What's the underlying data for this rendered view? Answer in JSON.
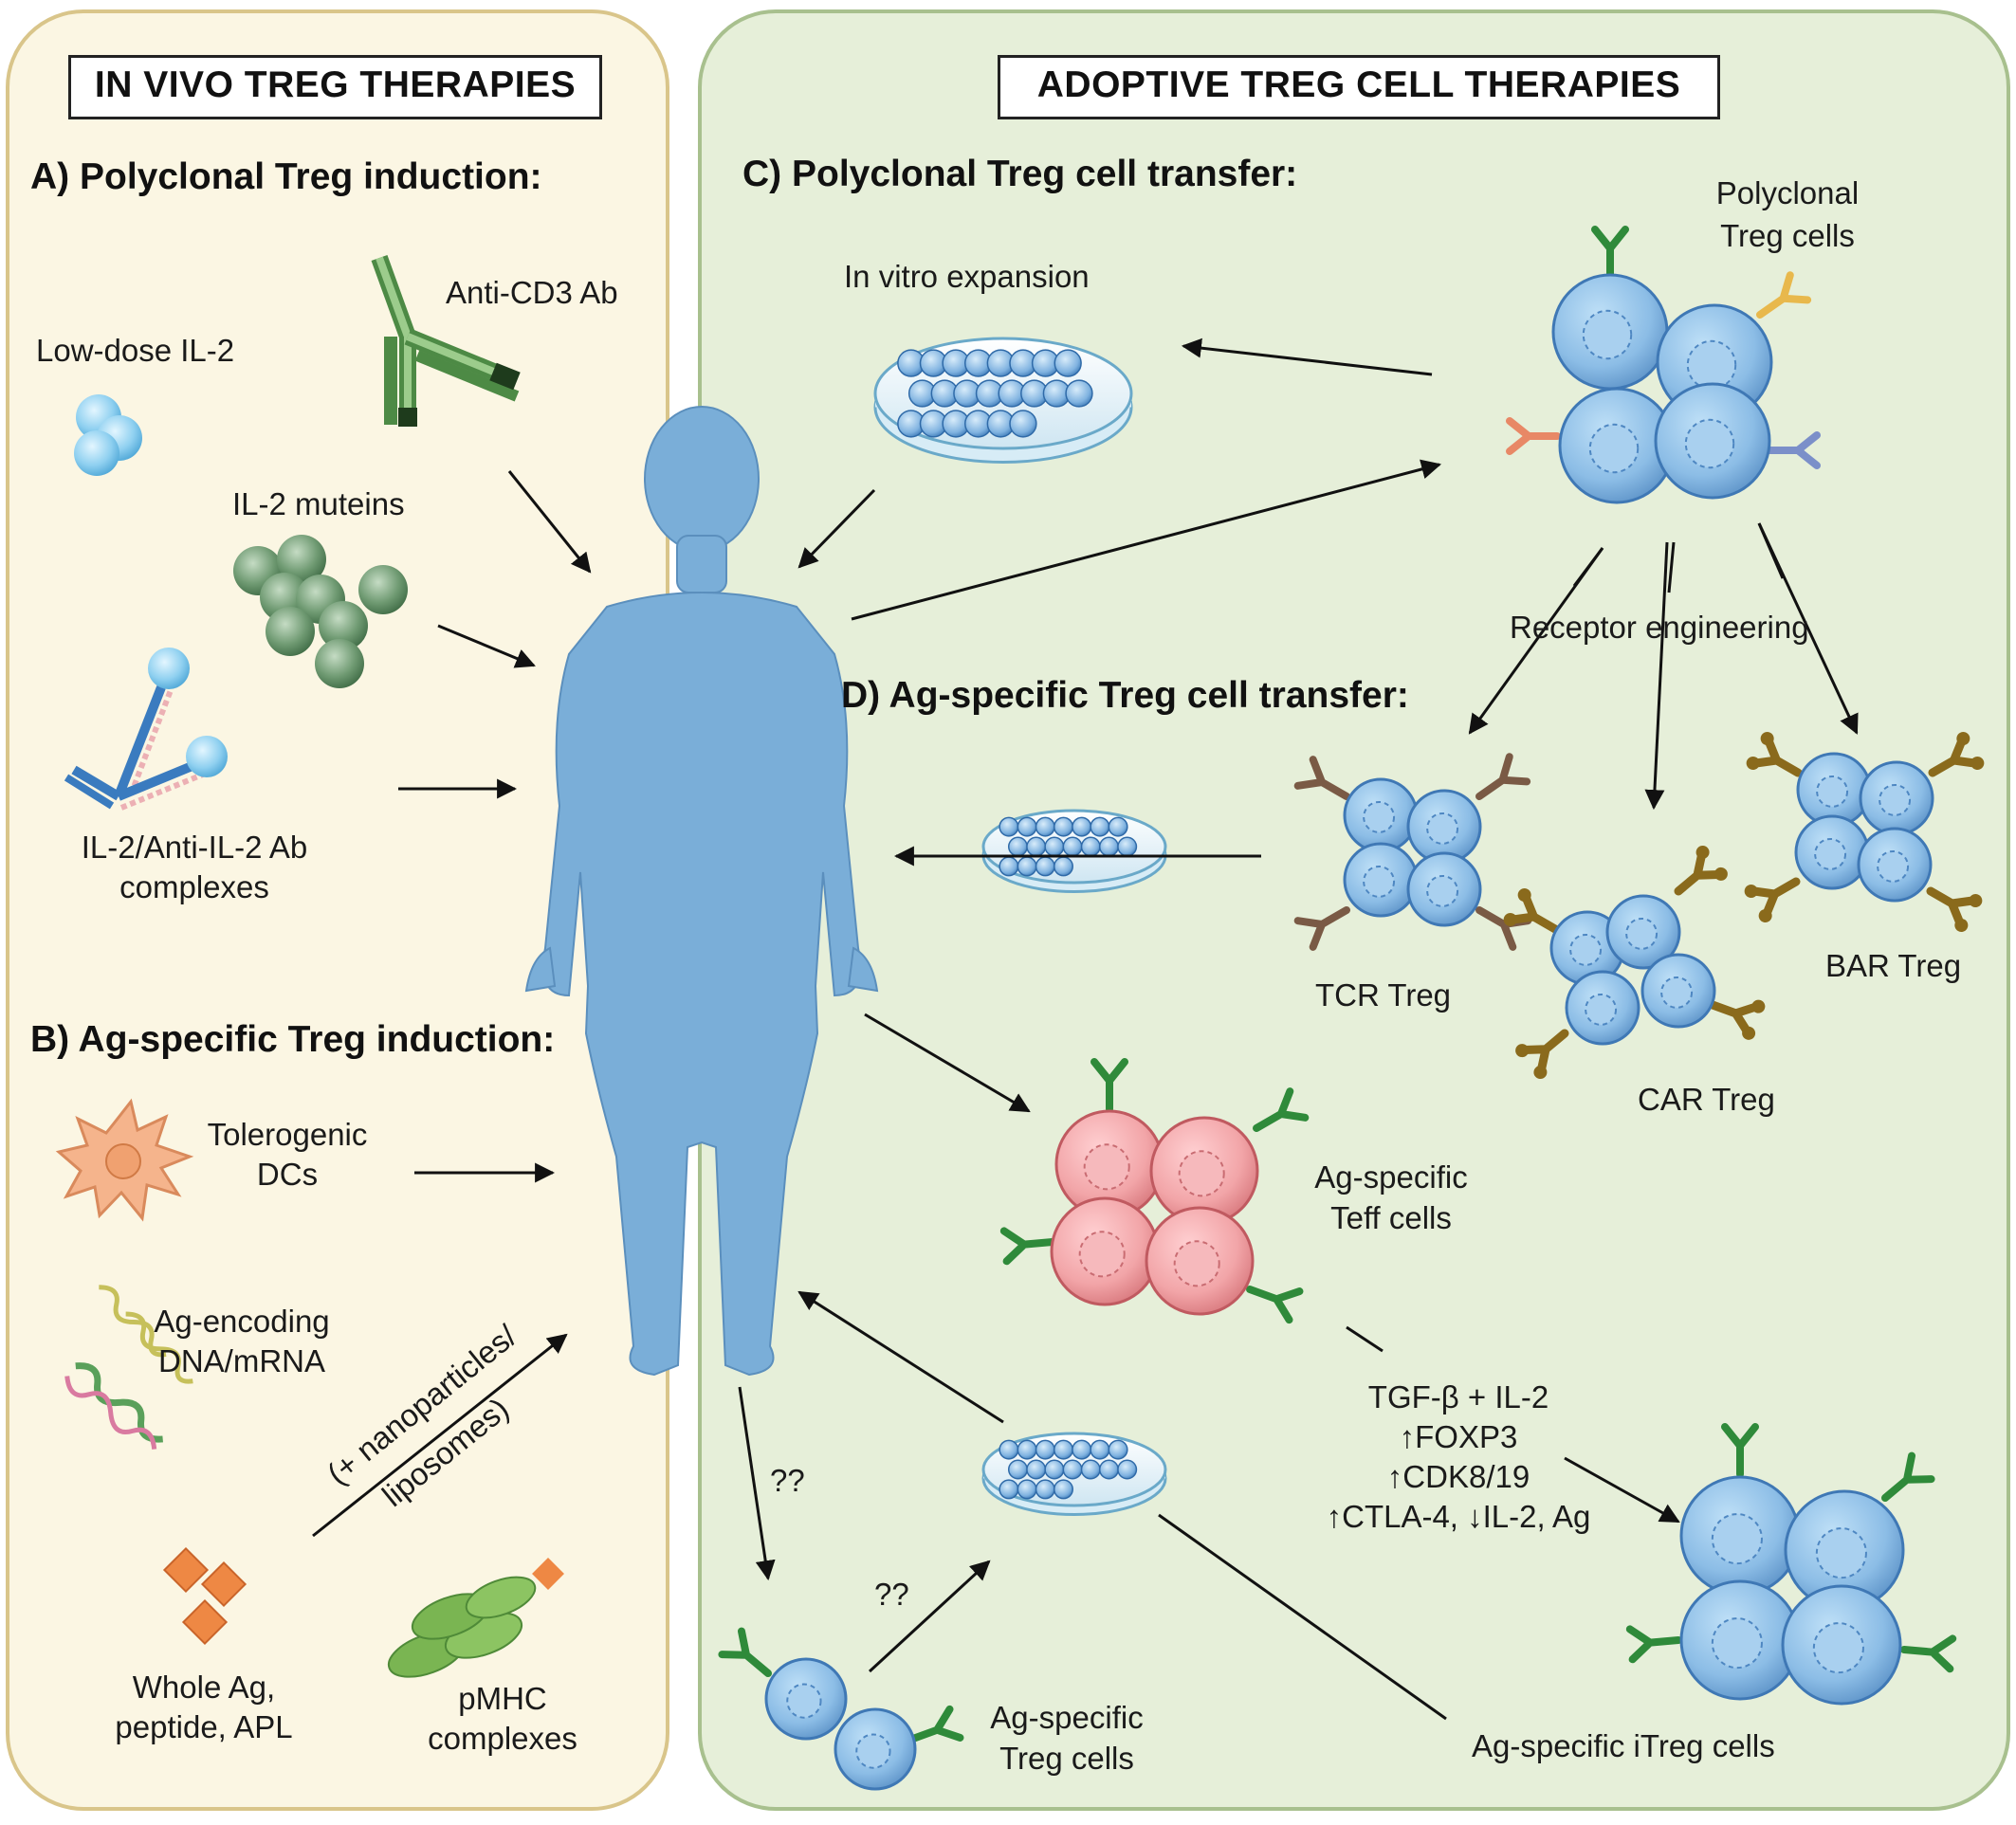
{
  "panels": {
    "left_title": "IN VIVO TREG THERAPIES",
    "right_title": "ADOPTIVE TREG CELL THERAPIES"
  },
  "sections": {
    "a": "A) Polyclonal Treg induction:",
    "b": "B) Ag-specific Treg induction:",
    "c": "C) Polyclonal Treg cell transfer:",
    "d": "D) Ag-specific Treg cell transfer:"
  },
  "labels": {
    "low_dose_il2": "Low-dose IL-2",
    "anti_cd3": "Anti-CD3 Ab",
    "il2_muteins": "IL-2 muteins",
    "il2_complex_1": "IL-2/Anti-IL-2 Ab",
    "il2_complex_2": "complexes",
    "tol_dc_1": "Tolerogenic",
    "tol_dc_2": "DCs",
    "ag_dna_1": "Ag-encoding",
    "ag_dna_2": "DNA/mRNA",
    "nano_1": "(+ nanoparticles/",
    "nano_2": "liposomes)",
    "whole_ag_1": "Whole Ag,",
    "whole_ag_2": "peptide, APL",
    "pmhc_1": "pMHC",
    "pmhc_2": "complexes",
    "in_vitro": "In vitro expansion",
    "poly_treg_1": "Polyclonal",
    "poly_treg_2": "Treg cells",
    "receptor_eng": "Receptor engineering",
    "tcr_treg": "TCR Treg",
    "car_treg": "CAR Treg",
    "bar_treg": "BAR Treg",
    "teff_1": "Ag-specific",
    "teff_2": "Teff cells",
    "cond_1": "TGF-β + IL-2",
    "cond_2": "↑FOXP3",
    "cond_3": "↑CDK8/19",
    "cond_4": "↑CTLA-4, ↓IL-2, Ag",
    "qq_1": "??",
    "qq_2": "??",
    "ag_treg_1": "Ag-specific",
    "ag_treg_2": "Treg cells",
    "itreg": "Ag-specific iTreg cells"
  },
  "colors": {
    "left_panel_bg": "#fbf6e3",
    "left_panel_border": "#d9c58a",
    "right_panel_bg": "#e6efd9",
    "right_panel_border": "#a8c08e",
    "human": "#7aaed8",
    "treg_cell": "#8cbde6",
    "teff_cell": "#f2a5a8",
    "receptor_green": "#2f8a3a",
    "il2_blue": "#8fd0f0",
    "mutein_green": "#6f9a72",
    "dc_orange": "#f0a170",
    "ag_orange": "#ee8844",
    "pmhc_green": "#7ab552"
  }
}
